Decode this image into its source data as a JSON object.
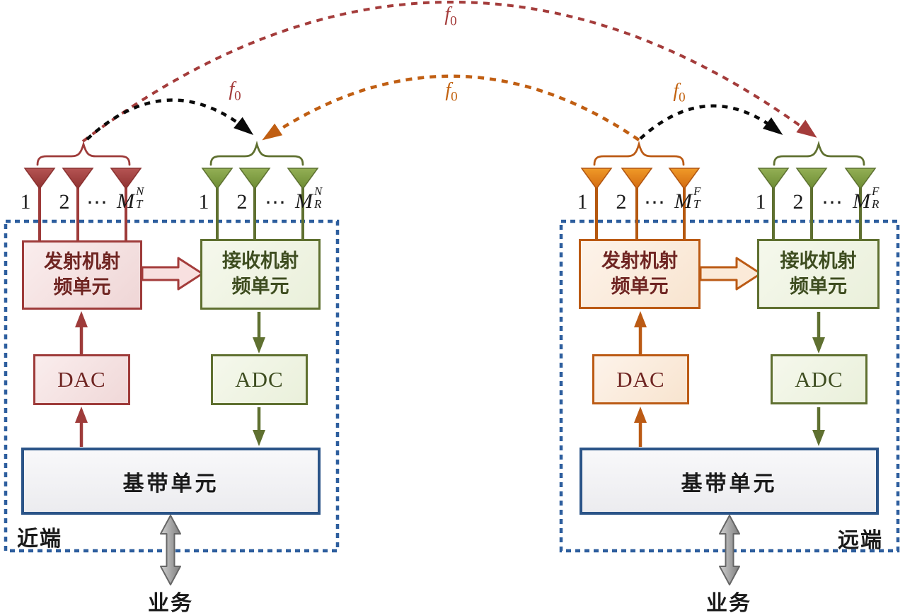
{
  "colors": {
    "crimson": "#9E3B3A",
    "maroon_text": "#6F2522",
    "orange": "#BB5A14",
    "olive_green": "#5F7030",
    "olive_text": "#3E4D20",
    "dashed_blue": "#2D5E9E",
    "baseband_blue": "#2B5488",
    "arc_black": "#0A0A0A",
    "arc_crimson": "#A43C3B",
    "arc_orange": "#C05E12",
    "gray_arrow": "#9A9A9A"
  },
  "f0": {
    "base": "f",
    "sub": "0"
  },
  "near": {
    "corner": "近端",
    "service": "业务",
    "dac": "DAC",
    "adc": "ADC",
    "baseband": "基带单元",
    "tx": {
      "ant1": "1",
      "ant2": "2",
      "dots": "⋯",
      "m_base": "M",
      "m_sup": "N",
      "m_sub": "T",
      "line1": "发射机射",
      "line2": "频单元"
    },
    "rx": {
      "ant1": "1",
      "ant2": "2",
      "dots": "⋯",
      "m_base": "M",
      "m_sup": "N",
      "m_sub": "R",
      "line1": "接收机射",
      "line2": "频单元"
    }
  },
  "far": {
    "corner": "远端",
    "service": "业务",
    "dac": "DAC",
    "adc": "ADC",
    "baseband": "基带单元",
    "tx": {
      "ant1": "1",
      "ant2": "2",
      "dots": "⋯",
      "m_base": "M",
      "m_sup": "F",
      "m_sub": "T",
      "line1": "发射机射",
      "line2": "频单元"
    },
    "rx": {
      "ant1": "1",
      "ant2": "2",
      "dots": "⋯",
      "m_base": "M",
      "m_sup": "F",
      "m_sub": "R",
      "line1": "接收机射",
      "line2": "频单元"
    }
  }
}
